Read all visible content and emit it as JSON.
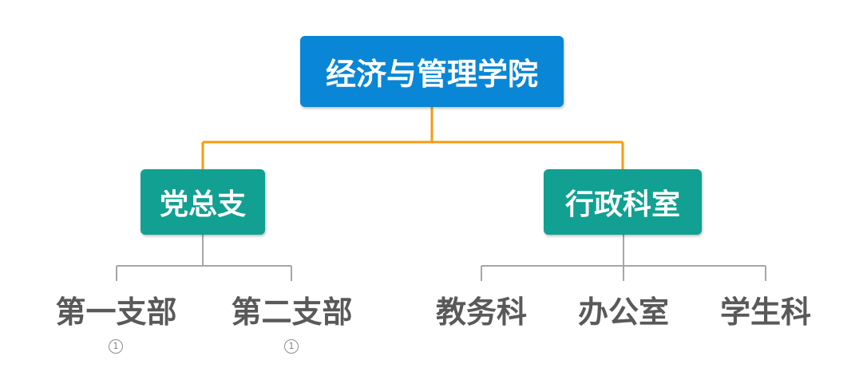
{
  "root": {
    "label": "经济与管理学院",
    "color": "#0a86d6"
  },
  "branches": [
    {
      "label": "党总支",
      "color": "#11a091"
    },
    {
      "label": "行政科室",
      "color": "#11a091"
    }
  ],
  "leaves": [
    {
      "label": "第一支部",
      "badge": "1"
    },
    {
      "label": "第二支部",
      "badge": "1"
    },
    {
      "label": "教务科"
    },
    {
      "label": "办公室"
    },
    {
      "label": "学生科"
    }
  ],
  "colors": {
    "root_connector": "#f39c12",
    "leaf_connector": "#a6a6a6",
    "leaf_text": "#595959"
  }
}
